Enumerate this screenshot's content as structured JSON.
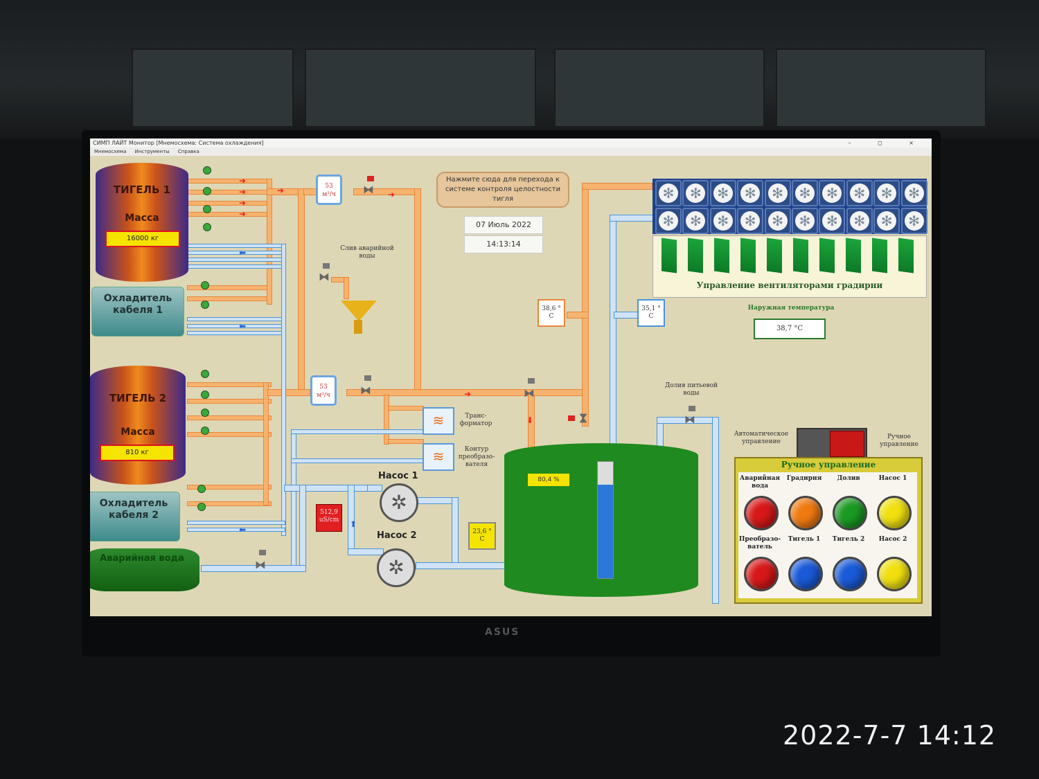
{
  "window": {
    "title": "СИМП ЛАЙТ Монитор [Мнемосхема: Система охлаждения]",
    "controls": [
      "–",
      "◻",
      "×"
    ],
    "menu": [
      "Мнемосхема",
      "Инструменты",
      "Справка"
    ]
  },
  "vessels": {
    "crucible1": {
      "name": "ТИГЕЛЬ 1",
      "mass_label": "Масса",
      "mass_value": "16000 кг"
    },
    "cooler1": {
      "name": "Охладитель кабеля 1"
    },
    "crucible2": {
      "name": "ТИГЕЛЬ 2",
      "mass_label": "Масса",
      "mass_value": "810 кг"
    },
    "cooler2": {
      "name": "Охладитель кабеля 2"
    },
    "emergency": {
      "name": "Аварийная вода"
    }
  },
  "flow": {
    "top": {
      "value": "53",
      "unit": "м³/ч"
    },
    "bottom": {
      "value": "53",
      "unit": "м³/ч"
    }
  },
  "labels": {
    "emergency_drain": "Слив аварийной воды",
    "transformer": "Транс-форматор",
    "converter_circuit": "Контур преобразо-вателя",
    "pump1": "Насос 1",
    "pump2": "Насос 2",
    "drinking_water": "Долив питьевой воды",
    "outdoor_temp_label": "Наружная температура",
    "fan_control": "Управление вентиляторами градирни",
    "auto_mode": "Автоматическое управление",
    "manual_mode": "Ручное управление"
  },
  "notice": "Нажмите сюда для перехода к системе контроля целостности тигля",
  "date": "07 Июль 2022",
  "time": "14:13:14",
  "temps": {
    "hot": "38,6 ° С",
    "cold": "35,1 ° С",
    "pump_out": "23,6 ° С",
    "outdoor": "38,7 °С"
  },
  "conductivity": "512,9 uS/cm",
  "tank_level": {
    "text": "80,4 %",
    "fraction": 0.804
  },
  "manual_panel": {
    "title": "Ручное управление",
    "buttons": [
      {
        "label": "Аварийная вода",
        "color": "#d81818"
      },
      {
        "label": "Градирня",
        "color": "#f07a10"
      },
      {
        "label": "Долив",
        "color": "#1a9a22"
      },
      {
        "label": "Насос 1",
        "color": "#f0e010"
      },
      {
        "label": "Преобразо-ватель",
        "color": "#d81818"
      },
      {
        "label": "Тигель 1",
        "color": "#1a5ad8"
      },
      {
        "label": "Тигель 2",
        "color": "#1a5ad8"
      },
      {
        "label": "Насос 2",
        "color": "#f0e010"
      }
    ]
  },
  "monitor_brand": "ASUS",
  "photo_timestamp": "2022-7-7 14:12"
}
